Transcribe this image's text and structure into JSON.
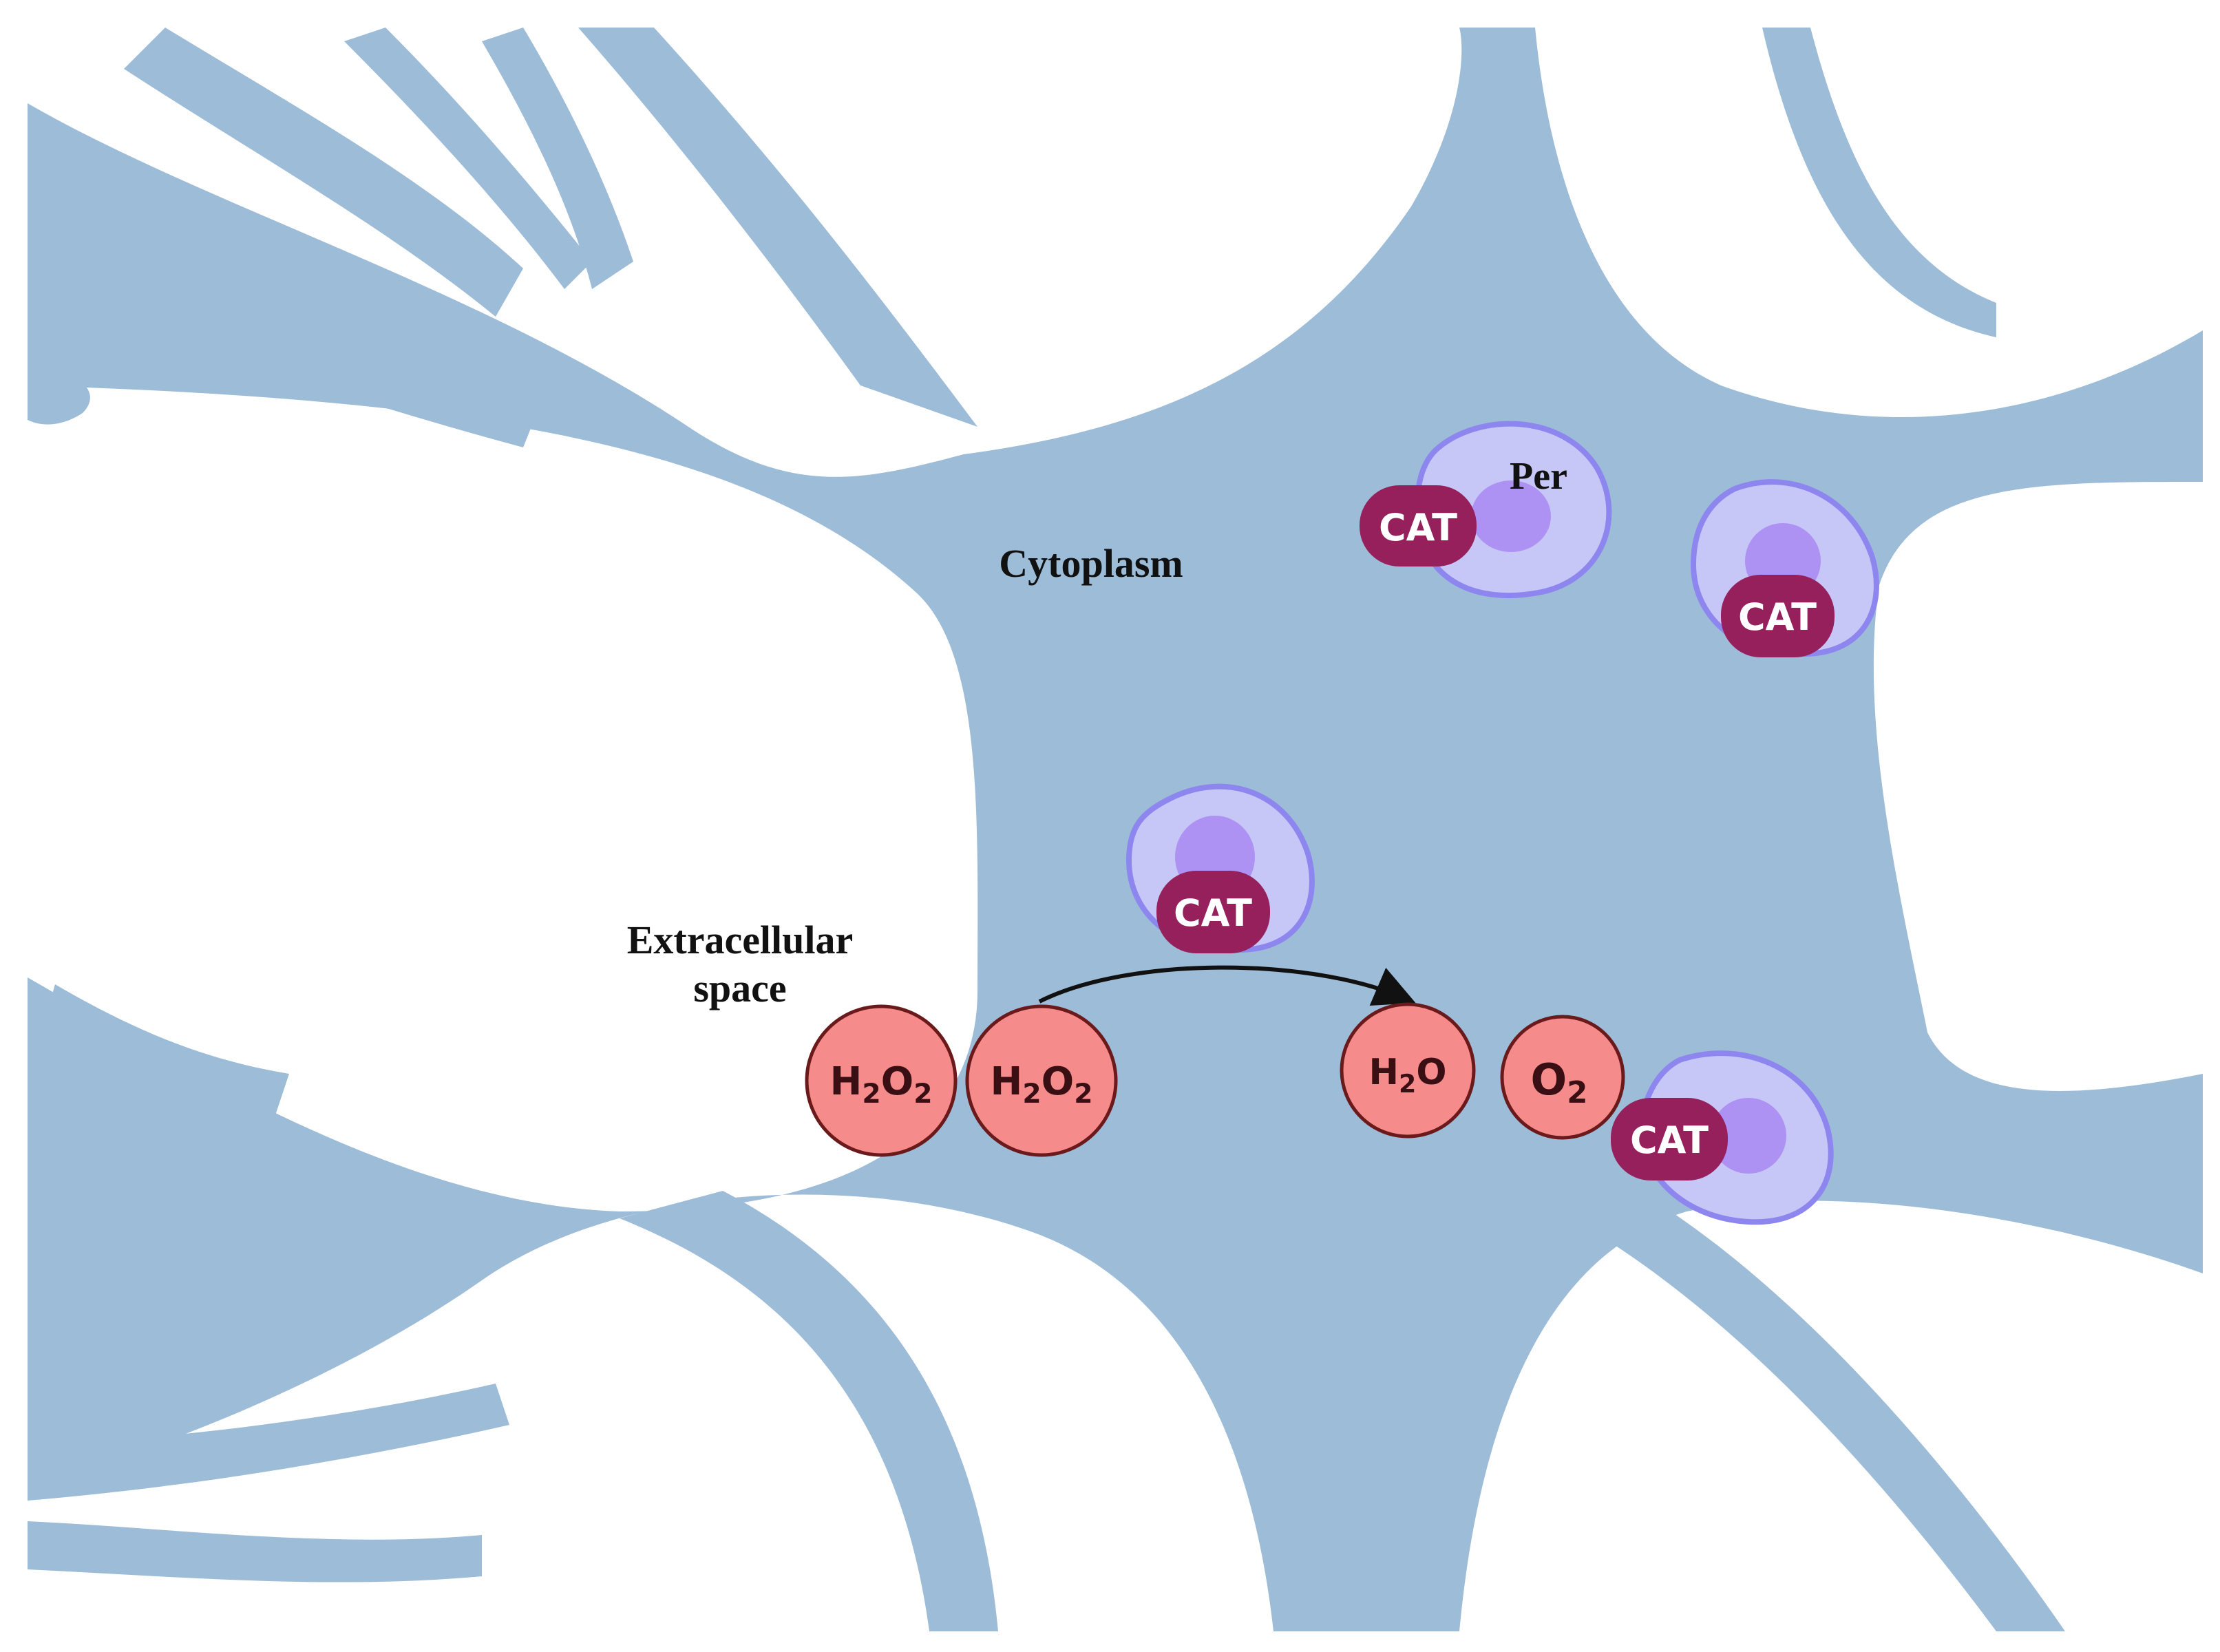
{
  "labels": {
    "cytoplasm": "Cytoplasm",
    "peroxisome": "Per",
    "extracellular_line1": "Extracellular",
    "extracellular_line2": "space"
  },
  "molecules": {
    "h2o2_outside": {
      "main": "H",
      "sub1": "2",
      "mid": "O",
      "sub2": "2"
    },
    "h2o2_inside": {
      "main": "H",
      "sub1": "2",
      "mid": "O",
      "sub2": "2"
    },
    "water": {
      "main": "H",
      "sub1": "2",
      "mid": "O"
    },
    "oxygen": {
      "main": "O",
      "sub1": "2"
    }
  },
  "enzymes": {
    "cat_1": "CAT",
    "cat_2": "CAT",
    "cat_3": "CAT",
    "cat_4": "CAT"
  },
  "colors": {
    "cell": "#9dbcd8",
    "peroxisome_outer": "#c6c6f7",
    "peroxisome_outer_stroke": "#8d86ef",
    "peroxisome_core": "#ad92f3",
    "catalase": "#95205c",
    "molecule_fill": "#f68b8b",
    "molecule_stroke": "#6b1a1c",
    "arrow": "#111111"
  }
}
